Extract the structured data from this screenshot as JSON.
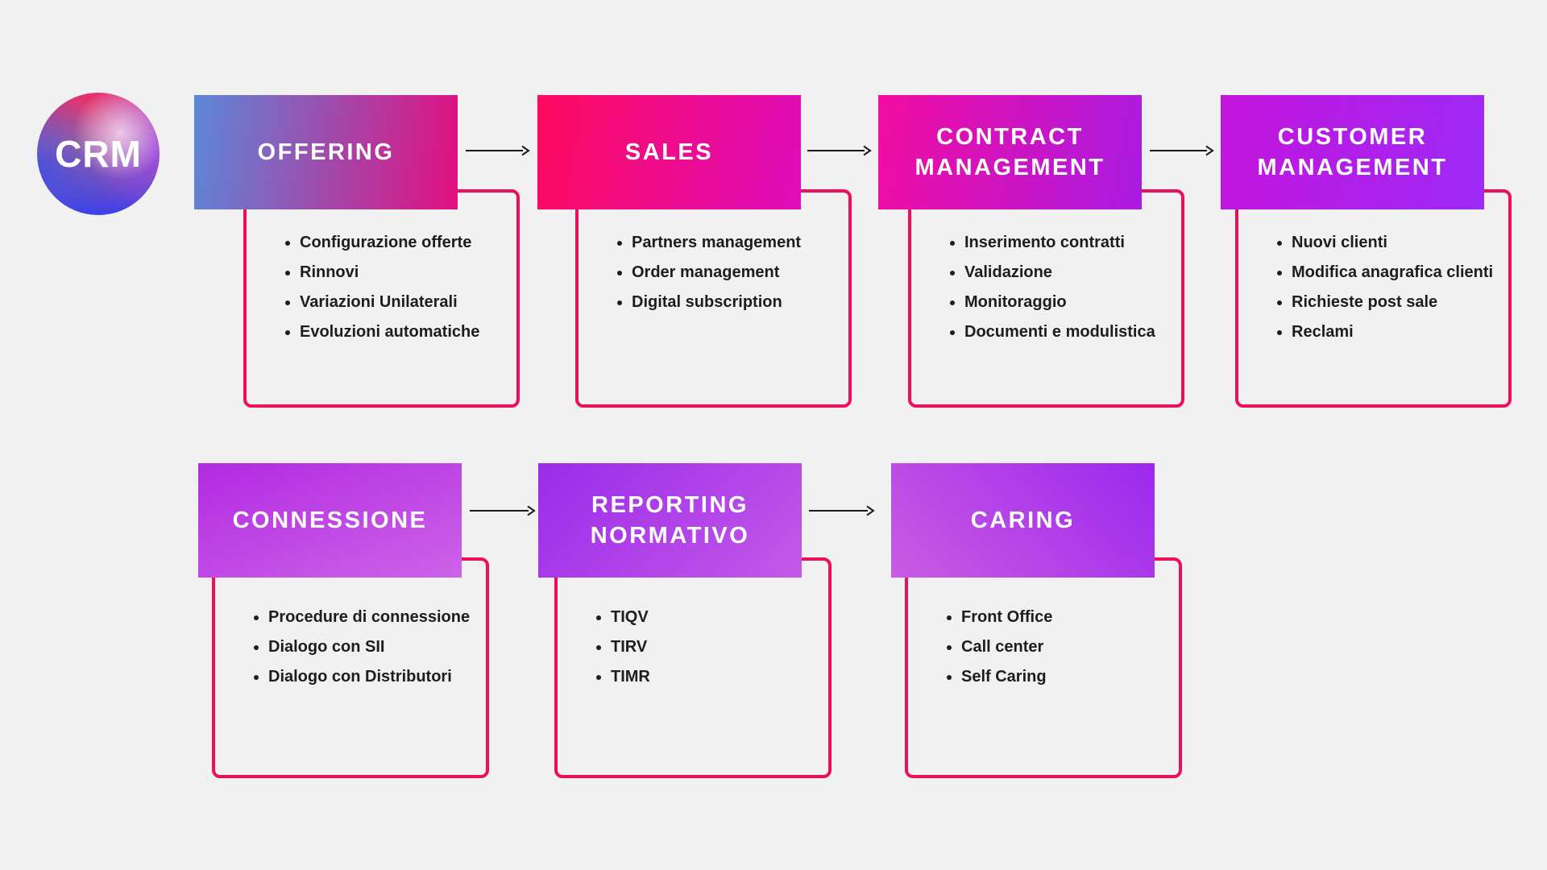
{
  "logo": {
    "text": "CRM"
  },
  "colors": {
    "background": "#f2f1f2",
    "outline_border": "#ee0e5f",
    "bullet_text": "#1d1d1d",
    "title_text": "#ffffff",
    "arrow": "#1a1a1a",
    "gradients": {
      "offering": [
        "#5c88d8",
        "#e20f7f"
      ],
      "sales": [
        "#fe0b5e",
        "#de0dbc"
      ],
      "contract": [
        "#f20ca0",
        "#aa1ce2"
      ],
      "customer": [
        "#c414dc",
        "#9d2af6"
      ],
      "connessione": [
        "#b22ae2",
        "#cd63e8"
      ],
      "reporting": [
        "#9a2cea",
        "#c558e8"
      ],
      "caring": [
        "#9c28ee",
        "#ca5be2"
      ]
    }
  },
  "nodes": {
    "offering": {
      "title": "OFFERING",
      "items": [
        "Configurazione offerte",
        "Rinnovi",
        "Variazioni Unilaterali",
        "Evoluzioni automatiche"
      ]
    },
    "sales": {
      "title": "SALES",
      "items": [
        "Partners management",
        "Order management",
        "Digital subscription"
      ]
    },
    "contract": {
      "title": "CONTRACT MANAGEMENT",
      "items": [
        "Inserimento contratti",
        "Validazione",
        "Monitoraggio",
        "Documenti e modulistica"
      ]
    },
    "customer": {
      "title": "CUSTOMER MANAGEMENT",
      "items": [
        "Nuovi clienti",
        "Modifica anagrafica clienti",
        "Richieste post sale",
        "Reclami"
      ]
    },
    "connessione": {
      "title": "CONNESSIONE",
      "items": [
        "Procedure di connessione",
        "Dialogo con SII",
        "Dialogo con Distributori"
      ]
    },
    "reporting": {
      "title": "REPORTING NORMATIVO",
      "items": [
        "TIQV",
        "TIRV",
        "TIMR"
      ]
    },
    "caring": {
      "title": "CARING",
      "items": [
        "Front Office",
        "Call center",
        "Self Caring"
      ]
    }
  }
}
